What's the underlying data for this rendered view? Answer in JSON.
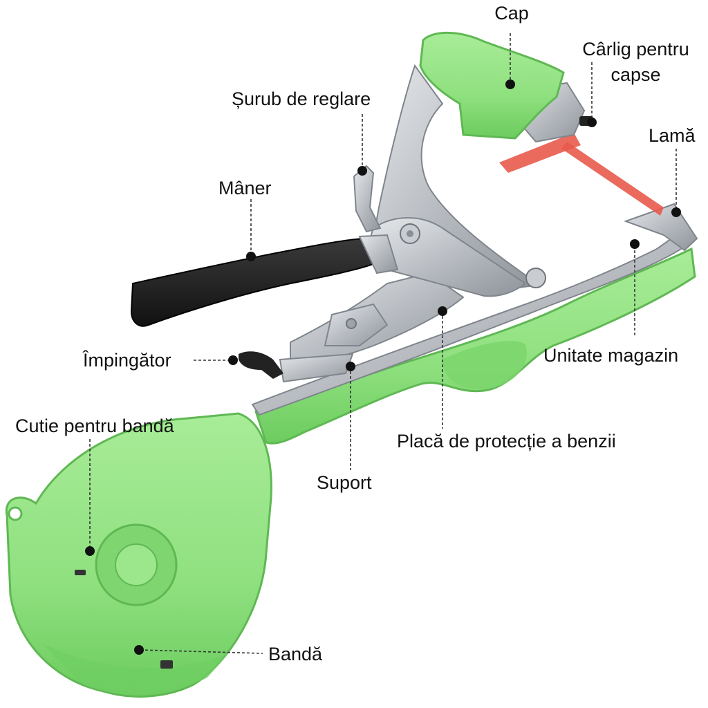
{
  "colors": {
    "plastic": "#8fe07f",
    "plastic_dark": "#63c456",
    "plastic_light": "#b8f0ab",
    "steel": "#c4c7cc",
    "steel_dark": "#8c9096",
    "grip": "#1b1b1b",
    "tape": "#e8564a",
    "leader": "#111111"
  },
  "labels": {
    "cap": "Cap",
    "carlig_1": "Cârlig pentru",
    "carlig_2": "capse",
    "surub": "Șurub de reglare",
    "lama": "Lamă",
    "maner": "Mâner",
    "impingator": "Împingător",
    "unitate": "Unitate magazin",
    "cutie": "Cutie pentru bandă",
    "placa": "Placă de protecție a benzii",
    "suport": "Suport",
    "banda": "Bandă"
  }
}
